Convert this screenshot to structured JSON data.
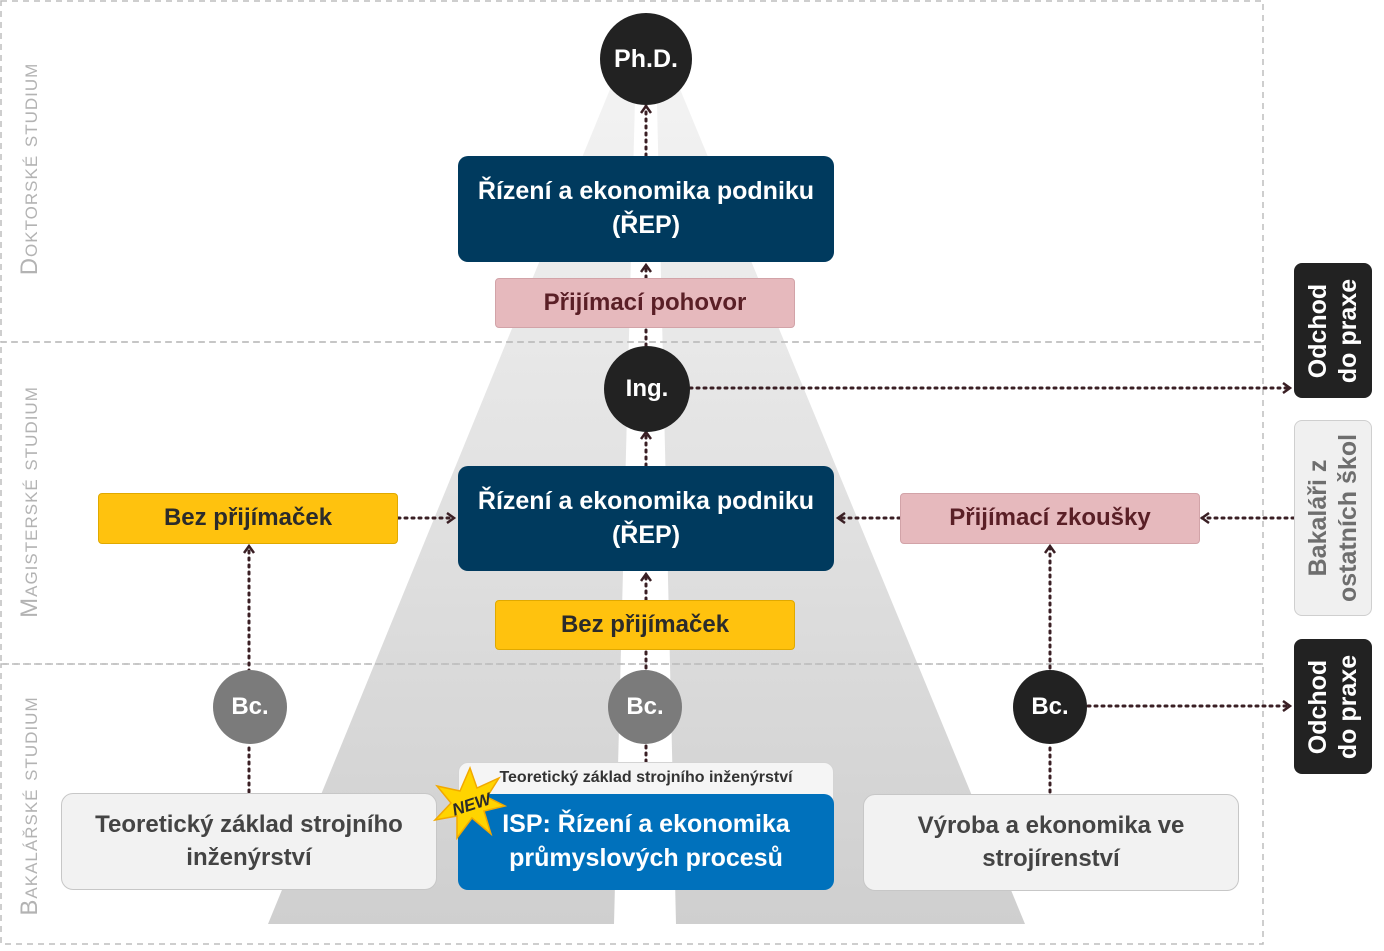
{
  "zones": {
    "doctoral": "Doktorské studium",
    "master": "Magisterské studium",
    "bachelor": "Bakalářské studium"
  },
  "degrees": {
    "phd": "Ph.D.",
    "ing": "Ing.",
    "bc_left": "Bc.",
    "bc_center": "Bc.",
    "bc_right": "Bc."
  },
  "boxes": {
    "rep_top_line1": "Řízení a ekonomika podniku",
    "rep_top_line2": "(ŘEP)",
    "interview": "Přijímací pohovor",
    "rep_mid_line1": "Řízení a ekonomika podniku",
    "rep_mid_line2": "(ŘEP)",
    "no_exam_left": "Bez přijímaček",
    "no_exam_center": "Bez přijímaček",
    "entrance_exams": "Přijímací zkoušky",
    "tz_left_line1": "Teoretický základ strojního",
    "tz_left_line2": "inženýrství",
    "tz_center_label": "Teoretický základ strojního inženýrství",
    "isp_line1": "ISP: Řízení a ekonomika",
    "isp_line2": "průmyslových procesů",
    "vyroba_line1": "Výroba a ekonomika ve",
    "vyroba_line2": "strojírenství",
    "new_badge": "NEW"
  },
  "side": {
    "exit_top_line1": "Odchod",
    "exit_top_line2": "do praxe",
    "bachelors_line1": "Bakaláři z",
    "bachelors_line2": "ostatních škol",
    "exit_bottom_line1": "Odchod",
    "exit_bottom_line2": "do praxe"
  },
  "colors": {
    "navy": "#003a5e",
    "royal_blue": "#0071bc",
    "yellow": "#ffc20e",
    "pink": "#e6b9bd",
    "dark_circle": "#222222",
    "grey_circle": "#7b7b7b",
    "road": "#d9d9d9",
    "arrow": "#3a1f24"
  }
}
